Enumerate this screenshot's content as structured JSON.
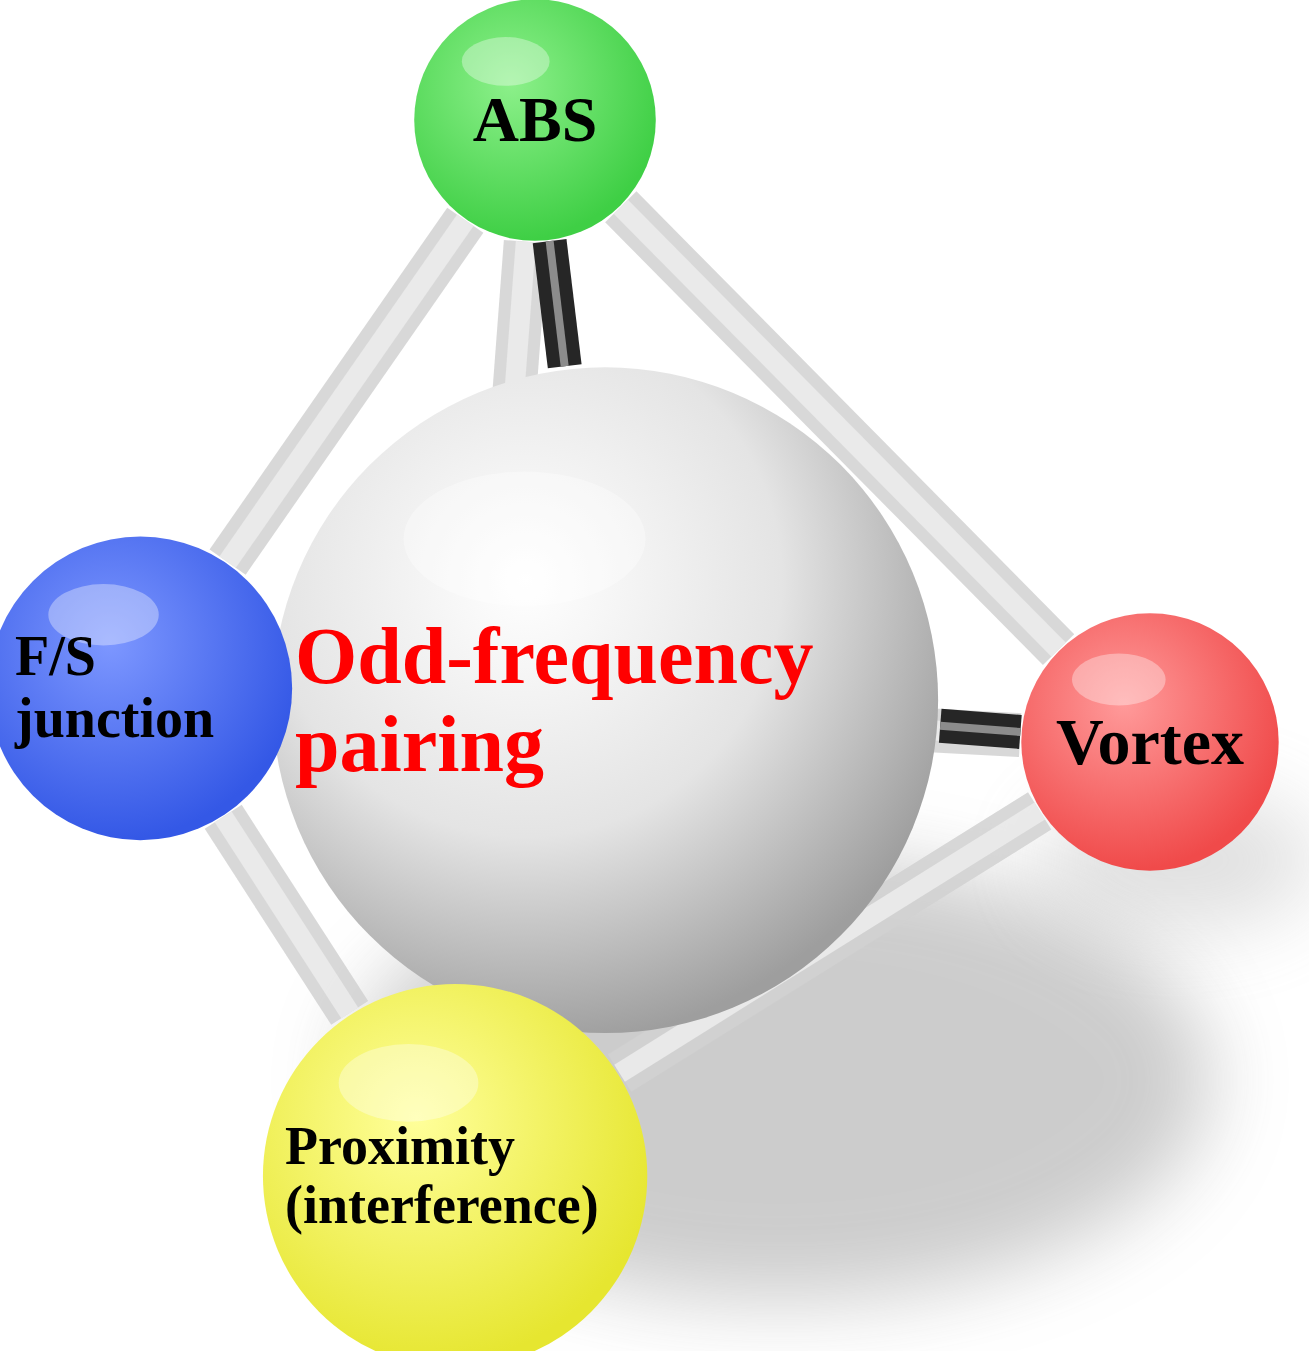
{
  "diagram": {
    "nodes": [
      {
        "text": [
          "ABS"
        ]
      },
      {
        "text": [
          "F/S junction"
        ]
      },
      {
        "text": [
          "Odd-frequency pairing"
        ]
      },
      {
        "text": [
          "Vortex"
        ]
      },
      {
        "text": [
          "Proximity (interference)"
        ]
      }
    ],
    "edges": [
      {
        "from": 0,
        "to": 1,
        "arrow": "none"
      },
      {
        "from": 0,
        "to": 3,
        "arrow": "none"
      },
      {
        "from": 0,
        "to": 4,
        "arrow": "none"
      },
      {
        "from": 1,
        "to": 4,
        "arrow": "none"
      },
      {
        "from": 3,
        "to": 4,
        "arrow": "none"
      },
      {
        "from": 1,
        "to": 3,
        "arrow": "none"
      },
      {
        "from": 2,
        "to": 0,
        "arrow": "none"
      },
      {
        "from": 2,
        "to": 1,
        "arrow": "none"
      },
      {
        "from": 2,
        "to": 3,
        "arrow": "none"
      },
      {
        "from": 2,
        "to": 4,
        "arrow": "none"
      }
    ]
  }
}
